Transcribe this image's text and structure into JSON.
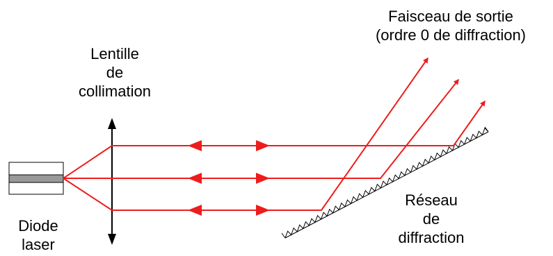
{
  "labels": {
    "lens": [
      "Lentille",
      "de",
      "collimation"
    ],
    "diode": [
      "Diode",
      "laser"
    ],
    "output": [
      "Faisceau de sortie",
      "(ordre 0 de diffraction)"
    ],
    "grating": [
      "Réseau",
      "de",
      "diffraction"
    ]
  },
  "colors": {
    "beam": "#ee1c1c",
    "outline": "#000000",
    "diode_core": "#999999"
  }
}
